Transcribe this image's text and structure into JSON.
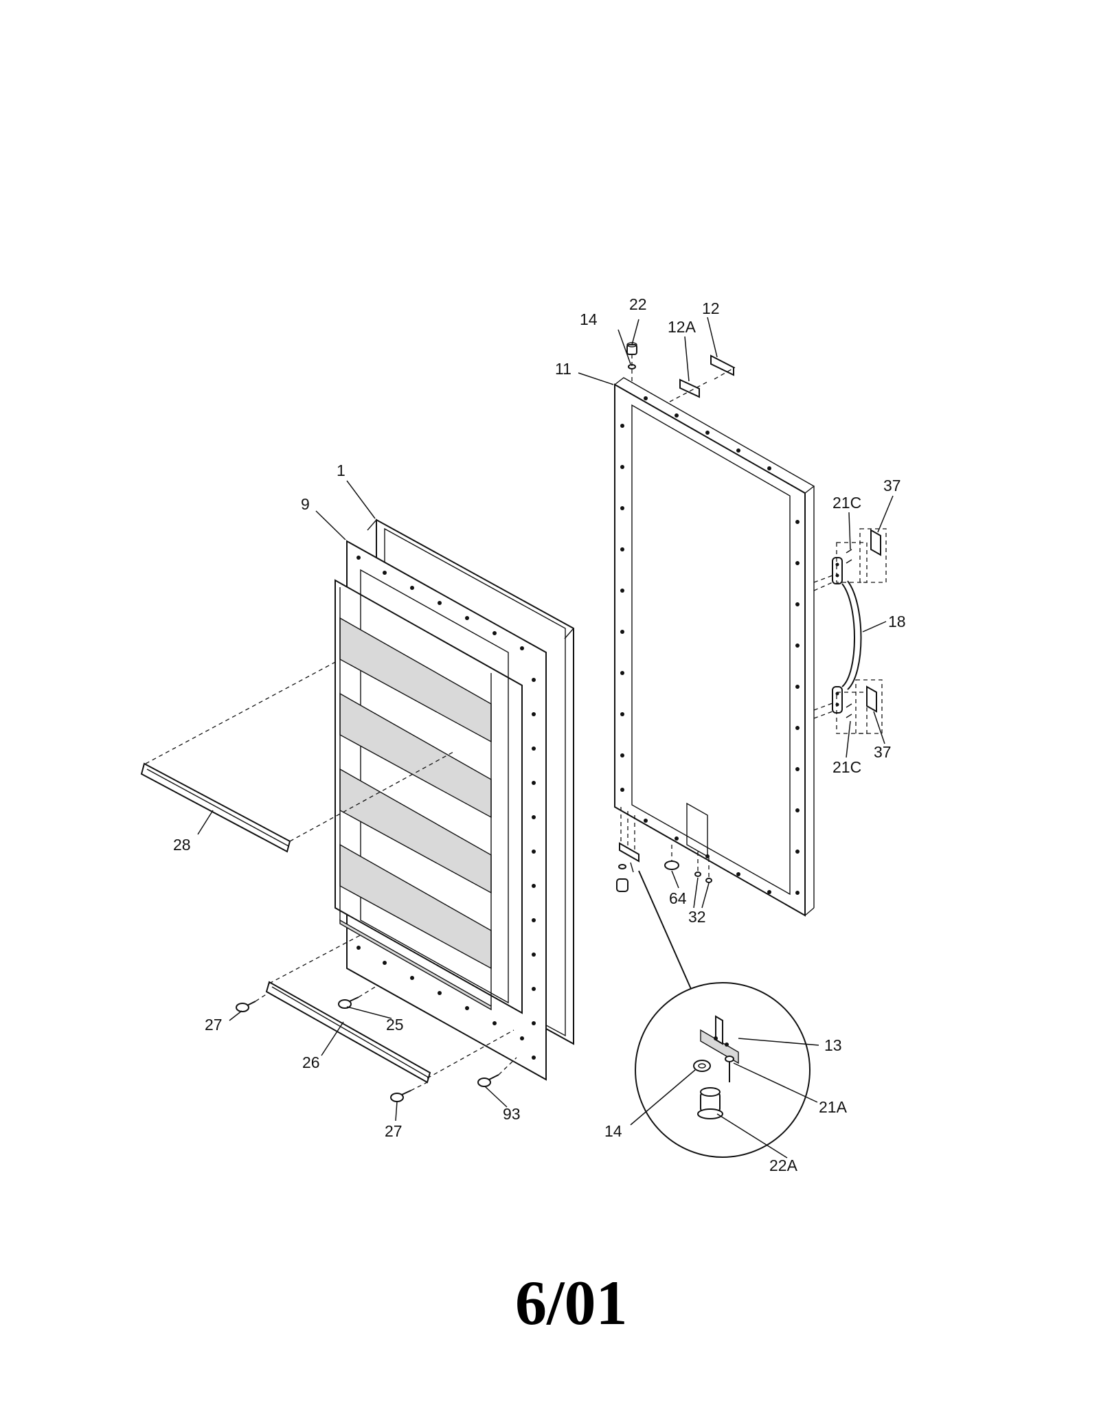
{
  "date_label": "6/01",
  "callouts": {
    "c1": "1",
    "c9": "9",
    "c11": "11",
    "c12": "12",
    "c12a": "12A",
    "c13": "13",
    "c14_top": "14",
    "c14_detail": "14",
    "c18": "18",
    "c21a": "21A",
    "c21c_top": "21C",
    "c21c_bottom": "21C",
    "c22": "22",
    "c22a": "22A",
    "c25": "25",
    "c26": "26",
    "c27_left": "27",
    "c27_bottom": "27",
    "c28": "28",
    "c32": "32",
    "c37_top": "37",
    "c37_bottom": "37",
    "c64": "64",
    "c93": "93"
  }
}
